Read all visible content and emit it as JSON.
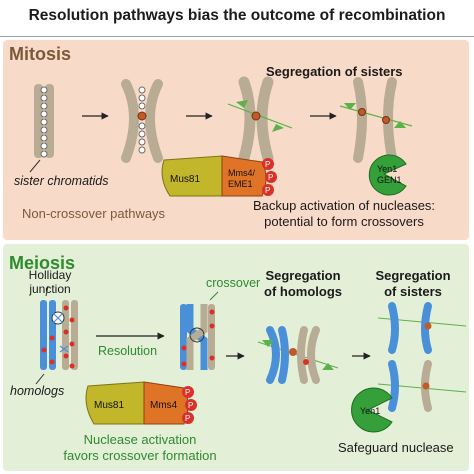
{
  "title": "Resolution pathways bias the outcome of recombination",
  "mitosis": {
    "heading": "Mitosis",
    "sister_chromatids": "sister chromatids",
    "segregation": "Segregation of sisters",
    "non_crossover": "Non-crossover pathways",
    "backup_line1": "Backup activation of nucleases:",
    "backup_line2": "potential to form crossovers",
    "mus81": "Mus81",
    "mms4_line1": "Mms4/",
    "mms4_line2": "EME1",
    "yen1": "Yen1",
    "gen1": "GEN1",
    "phospho": "P"
  },
  "meiosis": {
    "heading": "Meiosis",
    "holliday_line1": "Holliday",
    "holliday_line2": "junction",
    "homologs": "homologs",
    "crossover": "crossover",
    "resolution": "Resolution",
    "seg_homologs_line1": "Segregation",
    "seg_homologs_line2": "of homologs",
    "seg_sisters_line1": "Segregation",
    "seg_sisters_line2": "of sisters",
    "mus81": "Mus81",
    "mms4": "Mms4",
    "phospho": "P",
    "activation_line1": "Nuclease activation",
    "activation_line2": "favors crossover formation",
    "yen1": "Yen1",
    "safeguard": "Safeguard nuclease"
  },
  "colors": {
    "mitosis_bg": "#f8dac8",
    "meiosis_bg": "#e4efd8",
    "chromatid": "#b8ac95",
    "homolog_blue": "#4a90d9",
    "mus81_yellow": "#c2b62a",
    "mms4_orange": "#e07426",
    "phospho_red": "#d9302a",
    "yen1_green": "#35a03a",
    "arrow_green": "#5bb14a"
  }
}
